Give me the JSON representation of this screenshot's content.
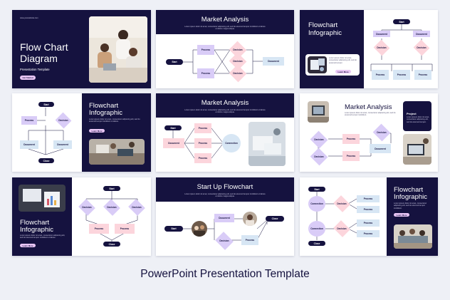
{
  "caption": "PowerPoint Presentation Template",
  "shapes": {
    "start": "Start",
    "close": "Close",
    "process": "Process",
    "decision": "Decision",
    "document": "Document",
    "connection": "Connection",
    "project": "Project"
  },
  "slide1": {
    "url": "www.yourwebsite.com",
    "title_line1": "Flow Chart",
    "title_line2": "Diagram",
    "subtitle": "Presentation Template",
    "button": "Get Started"
  },
  "slide2": {
    "title": "Market Analysis",
    "desc": "Lorem ipsum dolor sit amet, consectetur adipiscing elit, sed do eiusmod tempor incididunt ut labore et dolore magna aliqua."
  },
  "slide3": {
    "title_line1": "Flowchart",
    "title_line2": "Infographic",
    "desc": "Lorem ipsum dolor sit amet, consectetur adipiscing elit, sed do eiusmod tempor.",
    "button": "Learn More"
  },
  "slide4": {
    "title_line1": "Flowchart",
    "title_line2": "Infographic",
    "desc": "Lorem ipsum dolor sit amet, consectetur adipiscing elit, sed do eiusmod tempor incididunt ut labore.",
    "button": "Learn More"
  },
  "slide5": {
    "title": "Market Analysis",
    "desc": "Lorem ipsum dolor sit amet, consectetur adipiscing elit, sed do eiusmod tempor incididunt ut labore et dolore magna aliqua."
  },
  "slide6": {
    "title": "Market Analysis",
    "desc": "Lorem ipsum dolor sit amet, consectetur adipiscing elit, sed do eiusmod tempor incididunt.",
    "project_desc": "Lorem ipsum dolor sit amet, consectetur adipiscing elit, sed do eiusmod tempor."
  },
  "slide7": {
    "title_line1": "Flowchart",
    "title_line2": "Infographic",
    "desc": "Lorem ipsum dolor sit amet, consectetur adipiscing elit, sed do eiusmod tempor incididunt ut labore.",
    "button": "Learn More"
  },
  "slide8": {
    "title": "Start Up Flowchart",
    "desc": "Lorem ipsum dolor sit amet, consectetur adipiscing elit, sed do eiusmod tempor incididunt ut labore et dolore magna aliqua."
  },
  "slide9": {
    "title_line1": "Flowchart",
    "title_line2": "Infographic",
    "desc": "Lorem ipsum dolor sit amet, consectetur adipiscing elit, sed do eiusmod tempor incididunt.",
    "button": "Learn More"
  },
  "colors": {
    "navy": "#15123f",
    "lavender": "#d9ccf7",
    "pink": "#fcd5dc",
    "light_blue": "#d7e6f4",
    "button_pink": "#e9c6f5"
  }
}
